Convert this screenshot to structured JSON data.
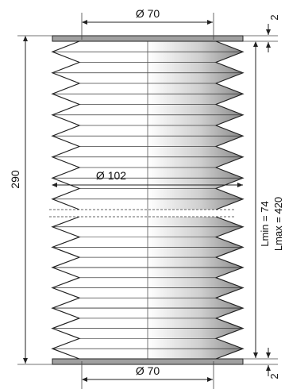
{
  "drawing": {
    "top_diameter_label": "Ø 70",
    "bottom_diameter_label": "Ø 70",
    "outer_diameter_label": "Ø 102",
    "overall_length_label": "290",
    "flange_top_label": "2",
    "flange_bottom_label": "2",
    "lmin_label": "Lmin =  74",
    "lmax_label": "Lmax = 420"
  },
  "colors": {
    "line": "#222222",
    "flange": "#9a9a9a",
    "shade_light": "#ffffff",
    "shade_dark": "#7a7a7a"
  }
}
